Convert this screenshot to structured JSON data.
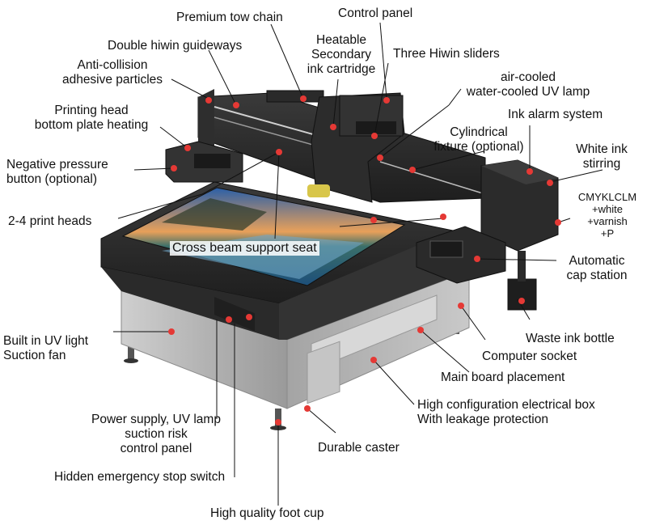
{
  "labels": {
    "premium_tow_chain": "Premium tow chain",
    "control_panel": "Control panel",
    "double_hiwin_guideways": "Double hiwin guideways",
    "heatable_secondary_ink_cartridge": "Heatable\nSecondary\nink cartridge",
    "three_hiwin_sliders": "Three Hiwin sliders",
    "anti_collision": "Anti-collision\nadhesive particles",
    "uv_lamp": "air-cooled\nwater-cooled UV lamp",
    "printing_head_heating": "Printing head\nbottom plate heating",
    "ink_alarm_system": "Ink alarm system",
    "cylindrical_fixture": "Cylindrical\nfixture (optional)",
    "white_ink_stirring": "White ink\nstirring",
    "negative_pressure_button": "Negative pressure\nbutton (optional)",
    "cmyklclm": "CMYKLCLM\n+white\n+varnish\n+P",
    "print_heads": "2-4 print heads",
    "cross_beam_support_seat": "Cross beam support seat",
    "automatic_cap_station": "Automatic\ncap station",
    "built_in_uv_light": "Built in UV light\nSuction fan",
    "waste_ink_bottle": "Waste ink bottle",
    "computer_socket": "Computer socket",
    "main_board_placement": "Main board placement",
    "electrical_box": "High configuration electrical box\nWith leakage protection",
    "power_supply_panel": "Power supply, UV lamp\nsuction risk\ncontrol panel",
    "durable_caster": "Durable caster",
    "emergency_stop": "Hidden emergency stop switch",
    "foot_cup": "High quality foot cup"
  },
  "colors": {
    "callout_dot": "#e53935",
    "machine_dark": "#2b2b2b",
    "machine_body": "#b9b9b9"
  }
}
